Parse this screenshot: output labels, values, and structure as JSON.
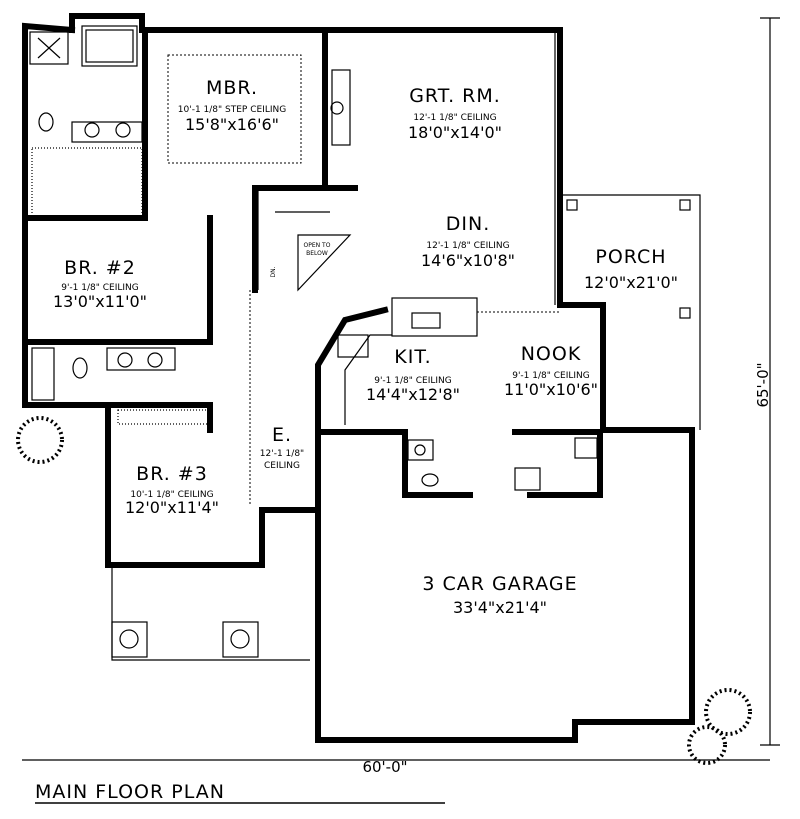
{
  "title": "MAIN FLOOR PLAN",
  "dimensions": {
    "depth": "65'-0\"",
    "width": "60'-0\""
  },
  "rooms": {
    "mbr": {
      "name": "MBR.",
      "ceiling": "10'-1 1/8\" STEP CEILING",
      "size": "15'8\"x16'6\""
    },
    "grt_rm": {
      "name": "GRT. RM.",
      "ceiling": "12'-1 1/8\" CEILING",
      "size": "18'0\"x14'0\""
    },
    "din": {
      "name": "DIN.",
      "ceiling": "12'-1 1/8\" CEILING",
      "size": "14'6\"x10'8\""
    },
    "porch": {
      "name": "PORCH",
      "size": "12'0\"x21'0\""
    },
    "br2": {
      "name": "BR. #2",
      "ceiling": "9'-1 1/8\" CEILING",
      "size": "13'0\"x11'0\""
    },
    "kit": {
      "name": "KIT.",
      "ceiling": "9'-1 1/8\" CEILING",
      "size": "14'4\"x12'8\""
    },
    "nook": {
      "name": "NOOK",
      "ceiling": "9'-1 1/8\" CEILING",
      "size": "11'0\"x10'6\""
    },
    "entry": {
      "name": "E.",
      "ceiling_1": "12'-1 1/8\"",
      "ceiling_2": "CEILING"
    },
    "br3": {
      "name": "BR. #3",
      "ceiling": "10'-1 1/8\" CEILING",
      "size": "12'0\"x11'4\""
    },
    "garage": {
      "name": "3 CAR GARAGE",
      "size": "33'4\"x21'4\""
    }
  },
  "stair": {
    "open_1": "OPEN TO",
    "open_2": "BELOW",
    "dn": "DN."
  }
}
